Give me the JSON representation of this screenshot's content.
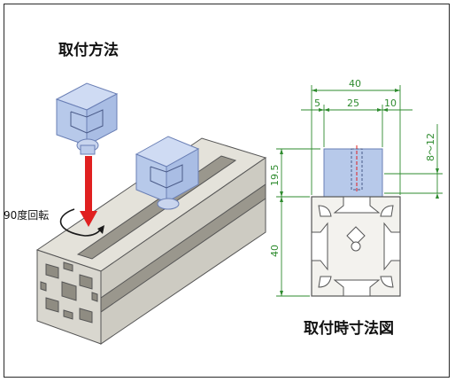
{
  "titles": {
    "mounting_method": "取付方法",
    "rotation_note": "90度回転",
    "dimension_drawing": "取付時寸法図"
  },
  "dimensions": {
    "overall_width": "40",
    "left_offset": "5",
    "center_width": "25",
    "right_offset": "10",
    "bolt_range": "8～12",
    "block_height": "19.5",
    "profile_height": "40"
  },
  "colors": {
    "dimension_green": "#2e8b2e",
    "block_blue": "#b7c9ea",
    "arrow_red": "#e02020",
    "profile_gray": "#d9d7cf"
  }
}
